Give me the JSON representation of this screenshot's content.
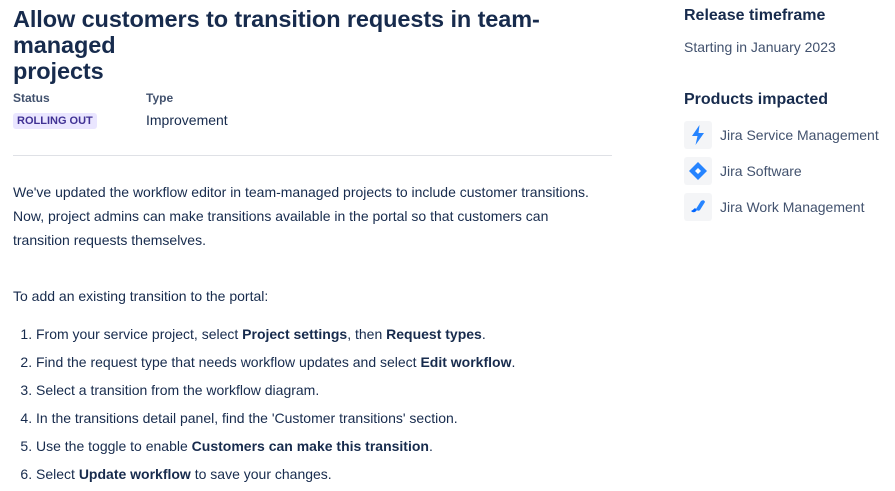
{
  "header": {
    "title_line1": "Allow customers to transition requests in team-managed",
    "title_line2": "projects"
  },
  "meta": {
    "status_label": "Status",
    "status_value": "ROLLING OUT",
    "type_label": "Type",
    "type_value": "Improvement"
  },
  "body": {
    "line1": "We've updated the workflow editor in team-managed projects to include customer transitions.",
    "line2": "Now, project admins can make transitions available in the portal so that customers can",
    "line3": "transition requests themselves.",
    "intro": "To add an existing transition to the portal:",
    "steps": [
      {
        "a": "From your service project, select ",
        "b1": "Project settings",
        "c": ", then ",
        "b2": "Request types",
        "d": "."
      },
      {
        "a": "Find the request type that needs workflow updates and select ",
        "b1": "Edit workflow",
        "c": "."
      },
      {
        "a": "Select a transition from the workflow diagram."
      },
      {
        "a": "In the transitions detail panel, find the 'Customer transitions' section."
      },
      {
        "a": "Use the toggle to enable ",
        "b1": "Customers can make this transition",
        "c": "."
      },
      {
        "a": "Select ",
        "b1": "Update workflow",
        "c": " to save your changes."
      }
    ]
  },
  "sidebar": {
    "release_heading": "Release timeframe",
    "release_value": "Starting in January 2023",
    "products_heading": "Products impacted",
    "products": [
      {
        "name": "Jira Service Management",
        "icon": "jira-service-management-icon",
        "color": "#2684FF"
      },
      {
        "name": "Jira Software",
        "icon": "jira-software-icon",
        "color": "#2684FF"
      },
      {
        "name": "Jira Work Management",
        "icon": "jira-work-management-icon",
        "color": "#2684FF"
      }
    ]
  }
}
